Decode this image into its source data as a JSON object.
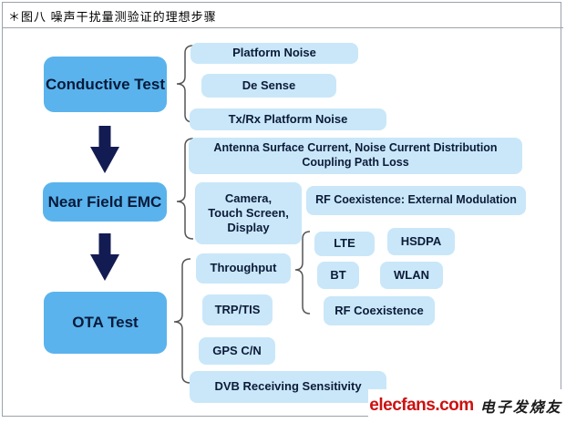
{
  "header": {
    "title": "＊图八 噪声干扰量测验证的理想步骤"
  },
  "colors": {
    "stage_box": "#5ab3ec",
    "child_box": "#c9e7f9",
    "arrow": "#131c52",
    "brace": "#555555",
    "logo_red": "#cc1111",
    "text_dark": "#0c1b38"
  },
  "stages": [
    {
      "label": "Conductive Test"
    },
    {
      "label": "Near Field EMC"
    },
    {
      "label": "OTA Test"
    }
  ],
  "conductive_children": {
    "platform_noise": "Platform Noise",
    "de_sense": "De Sense",
    "tx_rx_platform_noise": "Tx/Rx Platform Noise"
  },
  "near_field_children": {
    "antenna_line1": "Antenna Surface Current, Noise Current Distribution",
    "antenna_line2": "Coupling Path Loss",
    "camera_line1": "Camera,",
    "camera_line2": "Touch Screen,",
    "camera_line3": "Display",
    "rf_coexistence_external": "RF Coexistence: External Modulation"
  },
  "ota_children": {
    "throughput": "Throughput",
    "trp_tis": "TRP/TIS",
    "gps_cn": "GPS C/N",
    "dvb": "DVB Receiving Sensitivity"
  },
  "throughput_children": {
    "lte": "LTE",
    "hsdpa": "HSDPA",
    "bt": "BT",
    "wlan": "WLAN",
    "rf_coexistence": "RF Coexistence"
  },
  "logo": {
    "brand": "elecfans.com",
    "tagline": "电子发烧友"
  }
}
